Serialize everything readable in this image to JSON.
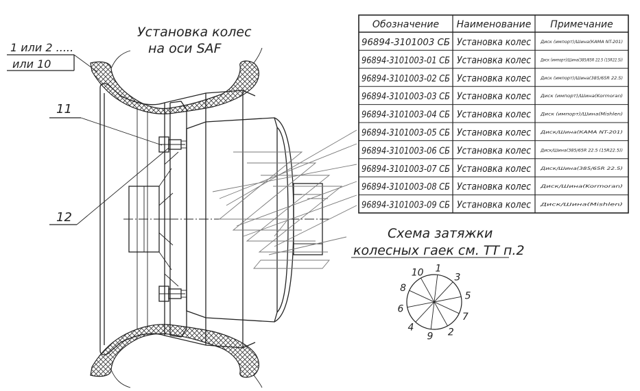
{
  "title": {
    "line1": "Установка колес",
    "line2": "на оси SAF"
  },
  "callout": {
    "line1": "1 или 2 .....",
    "line2": "или 10"
  },
  "labels": {
    "part11": "11",
    "part12": "12"
  },
  "table": {
    "headers": [
      "Обозначение",
      "Наименование",
      "Примечание"
    ],
    "rows": [
      [
        "96894-3101003 СБ",
        "Установка колес",
        "Диск (импорт)/Шина(КАМА NT-201)"
      ],
      [
        "96894-3101003-01 СБ",
        "Установка колес",
        "Диск (импорт)/Шина(385/65R 22.5 (15R22.5))"
      ],
      [
        "96894-3101003-02 СБ",
        "Установка колес",
        "Диск (импорт)/Шина(385/65R 22.5)"
      ],
      [
        "96894-3101003-03 СБ",
        "Установка колес",
        "Диск (импорт)/Шина(Kormoran)"
      ],
      [
        "96894-3101003-04 СБ",
        "Установка колес",
        "Диск (импорт)/Шина(Mishlen)"
      ],
      [
        "96894-3101003-05 СБ",
        "Установка колес",
        "Диск/Шина(КАМА NT-201)"
      ],
      [
        "96894-3101003-06 СБ",
        "Установка колес",
        "Диск/Шина(385/65R 22.5 (15R22.5))"
      ],
      [
        "96894-3101003-07 СБ",
        "Установка колес",
        "Диск/Шина(385/65R 22.5)"
      ],
      [
        "96894-3101003-08 СБ",
        "Установка колес",
        "Диск/Шина(Kormoran)"
      ],
      [
        "96894-3101003-09 СБ",
        "Установка колес",
        "Диск/Шина(Mishlen)"
      ]
    ]
  },
  "scheme": {
    "line1": "Схема затяжки",
    "line2": "колесных гаек см. ТТ п.2",
    "numbers": [
      "1",
      "2",
      "3",
      "4",
      "5",
      "6",
      "7",
      "8",
      "9",
      "10"
    ]
  }
}
